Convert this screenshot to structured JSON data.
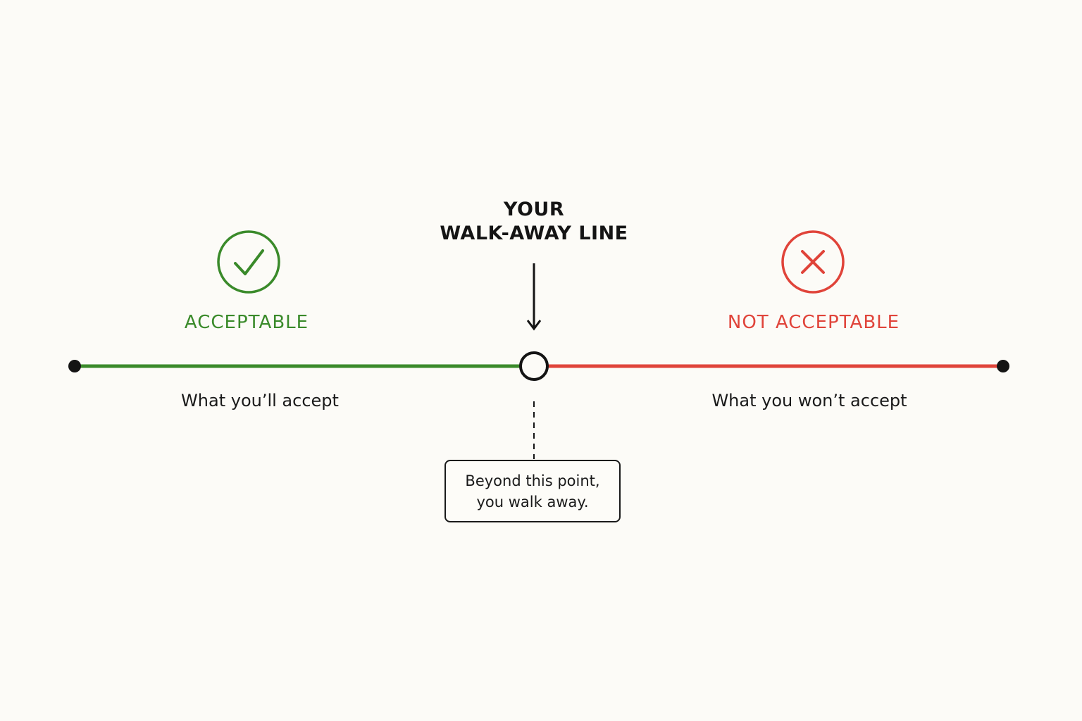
{
  "title": {
    "line1": "YOUR",
    "line2": "WALK-AWAY LINE"
  },
  "left_zone": {
    "status": "ACCEPTABLE",
    "caption": "What you’ll accept",
    "icon": "check-circle-icon",
    "color": "#3a8a2a"
  },
  "right_zone": {
    "status": "NOT ACCEPTABLE",
    "caption": "What you won’t accept",
    "icon": "x-circle-icon",
    "color": "#e0443a"
  },
  "note": {
    "line1": "Beyond this point,",
    "line2": "you walk away."
  },
  "colors": {
    "background": "#fcfbf7",
    "text": "#1a1a1a",
    "acceptable": "#3a8a2a",
    "not_acceptable": "#e0443a"
  }
}
